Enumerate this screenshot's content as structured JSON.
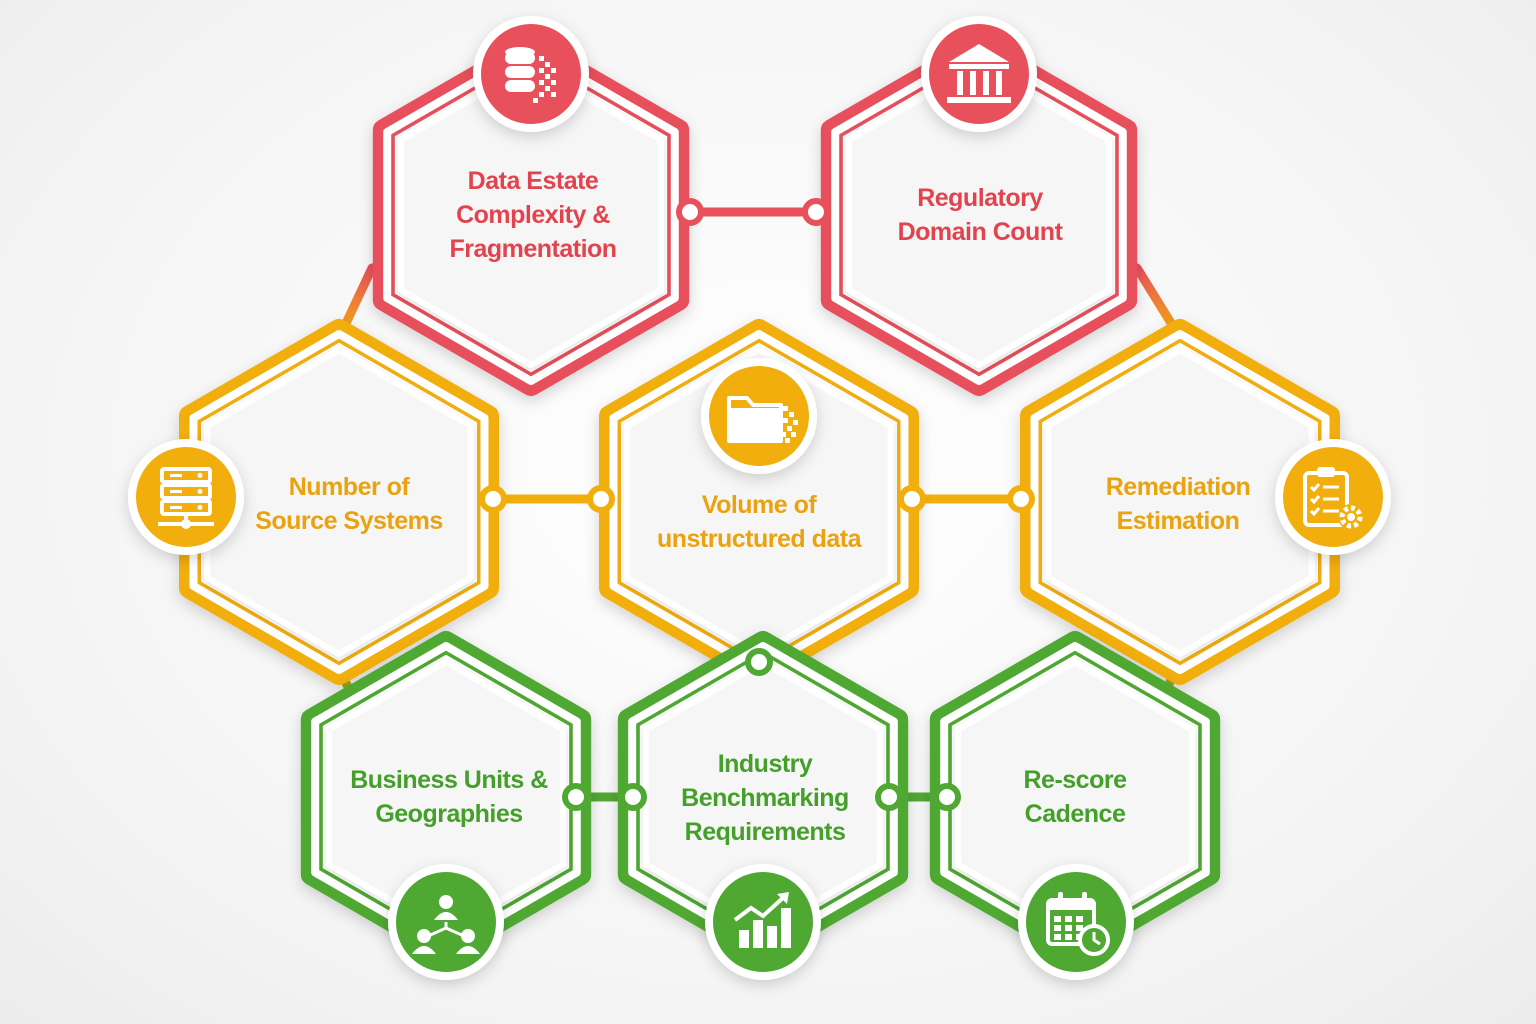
{
  "colors": {
    "red": "#e8505b",
    "yellow": "#f2ae0d",
    "green": "#4fa832",
    "redText": "#e2434f",
    "yellowText": "#eba20f",
    "greenText": "#44a02a"
  },
  "nodes": [
    {
      "id": "data-estate",
      "tier": "red",
      "icon": "database-icon",
      "lines": [
        "Data Estate",
        "Complexity &",
        "Fragmentation"
      ]
    },
    {
      "id": "regulatory",
      "tier": "red",
      "icon": "bank-building-icon",
      "lines": [
        "Regulatory",
        "Domain Count"
      ]
    },
    {
      "id": "source-systems",
      "tier": "yellow",
      "icon": "server-network-icon",
      "lines": [
        "Number of",
        "Source Systems"
      ]
    },
    {
      "id": "unstructured",
      "tier": "yellow",
      "icon": "folder-icon",
      "lines": [
        "Volume of",
        "unstructured data"
      ]
    },
    {
      "id": "remediation",
      "tier": "yellow",
      "icon": "clipboard-gear-icon",
      "lines": [
        "Remediation",
        "Estimation"
      ]
    },
    {
      "id": "business-units",
      "tier": "green",
      "icon": "team-icon",
      "lines": [
        "Business Units &",
        "Geographies"
      ]
    },
    {
      "id": "benchmarking",
      "tier": "green",
      "icon": "growth-chart-icon",
      "lines": [
        "Industry",
        "Benchmarking",
        "Requirements"
      ]
    },
    {
      "id": "rescore",
      "tier": "green",
      "icon": "calendar-clock-icon",
      "lines": [
        "Re-score",
        "Cadence"
      ]
    }
  ]
}
